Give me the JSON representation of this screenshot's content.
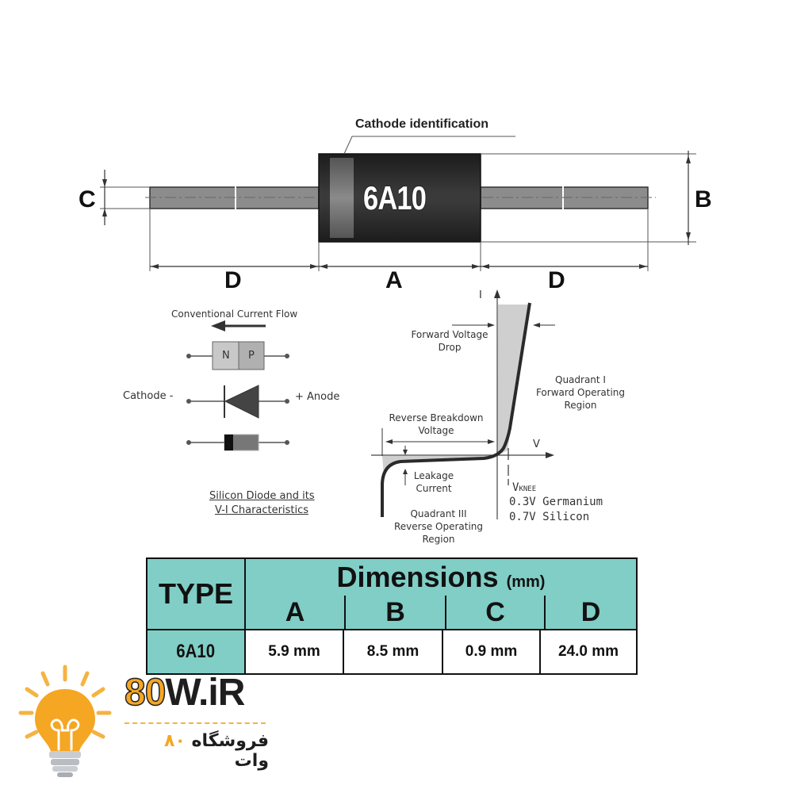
{
  "package_drawing": {
    "cathode_label": "Cathode identification",
    "body_marking": "6A10",
    "dim_labels": {
      "A": "A",
      "B": "B",
      "C": "C",
      "D_left": "D",
      "D_right": "D"
    }
  },
  "schematic": {
    "current_flow_label": "Conventional Current Flow",
    "n_label": "N",
    "p_label": "P",
    "cathode_label": "Cathode -",
    "anode_label": "+ Anode",
    "caption_line1": "Silicon Diode and its",
    "caption_line2": "V-I Characteristics"
  },
  "vi_curve": {
    "i_axis": "I",
    "v_axis": "V",
    "forward_drop_line1": "Forward Voltage",
    "forward_drop_line2": "Drop",
    "q1_line1": "Quadrant I",
    "q1_line2": "Forward Operating",
    "q1_line3": "Region",
    "breakdown_line1": "Reverse Breakdown",
    "breakdown_line2": "Voltage",
    "leakage_line1": "Leakage",
    "leakage_line2": "Current",
    "q3_line1": "Quadrant III",
    "q3_line2": "Reverse Operating",
    "q3_line3": "Region",
    "vknee_main": "V",
    "vknee_sub": "KNEE",
    "germanium": "0.3V Germanium",
    "silicon": "0.7V Silicon"
  },
  "table": {
    "type_header": "TYPE",
    "dimensions_header": "Dimensions",
    "unit": "(mm)",
    "columns": [
      "A",
      "B",
      "C",
      "D"
    ],
    "rows": [
      {
        "type": "6A10",
        "values": [
          "5.9 mm",
          "8.5 mm",
          "0.9 mm",
          "24.0 mm"
        ]
      }
    ],
    "header_color": "#80cec6"
  },
  "logo": {
    "brand_prefix": "80",
    "brand_suffix": "W.iR",
    "persian_part1": "فروشگاه",
    "persian_digits": "۸۰",
    "persian_part2": "وات",
    "accent_color": "#f5a623"
  }
}
